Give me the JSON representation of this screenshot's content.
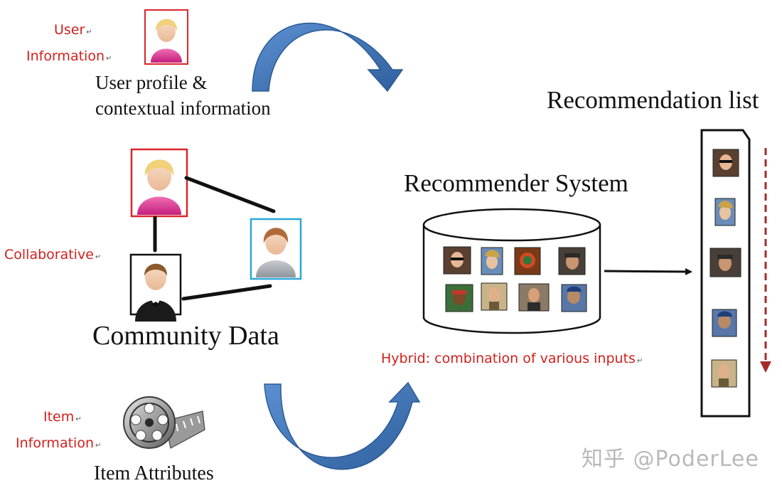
{
  "labels": {
    "user": "User",
    "user_information": "Information",
    "collaborative": "Collaborative",
    "item": "Item",
    "item_information": "Information",
    "hybrid": "Hybrid: combination of various inputs",
    "return_mark": "↵"
  },
  "captions": {
    "user_profile_line1": "User profile &",
    "user_profile_line2": "contextual information",
    "community_data": "Community Data",
    "item_attributes": "Item Attributes",
    "recommender_system": "Recommender System",
    "recommendation_list": "Recommendation list"
  },
  "watermark": "知乎 @PoderLee",
  "colors": {
    "label_red": "#d0211c",
    "arrow_blue": "#4a7bbd",
    "arrow_blue_dark": "#2c5a94",
    "female_frame": "#d9262c",
    "male_frame": "#111111",
    "person_frame_blue": "#2aa7d9",
    "dashed_arrow": "#a52a2a"
  },
  "icons": {
    "female_user": "female-avatar-icon",
    "male_user": "male-avatar-icon",
    "neutral_user": "neutral-avatar-icon",
    "film_reel": "film-reel-icon",
    "photo_thumbnail": "photo-thumbnail-icon"
  }
}
